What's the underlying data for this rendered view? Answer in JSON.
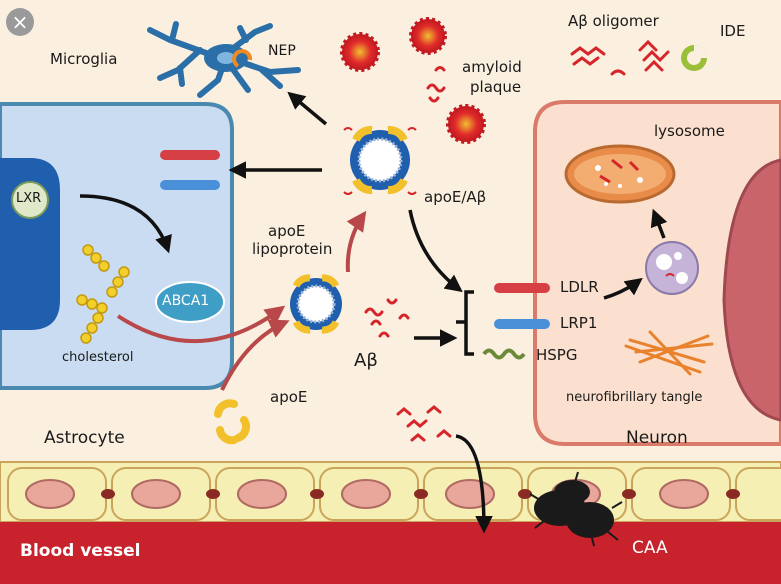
{
  "labels": {
    "microglia": "Microglia",
    "nep": "NEP",
    "amyloid_plaque_line1": "amyloid",
    "amyloid_plaque_line2": "plaque",
    "ab_oligomer": "Aβ oligomer",
    "ide": "IDE",
    "lysosome": "lysosome",
    "lxr": "LXR",
    "abca1": "ABCA1",
    "cholesterol": "cholesterol",
    "apoe_lipoprotein_line1": "apoE",
    "apoe_lipoprotein_line2": "lipoprotein",
    "apoe_ab": "apoE/Aβ",
    "ab": "Aβ",
    "apoe": "apoE",
    "ldlr": "LDLR",
    "lrp1": "LRP1",
    "hspg": "HSPG",
    "neurofibrillary_tangle": "neurofibrillary tangle",
    "astrocyte": "Astrocyte",
    "neuron": "Neuron",
    "blood_vessel": "Blood vessel",
    "caa": "CAA"
  },
  "close_icon": "×",
  "colors": {
    "background": "#fbf0df",
    "astrocyte_fill": "#c9dcf2",
    "astrocyte_border": "#4a8ab0",
    "neuron_fill": "#fbe0cf",
    "neuron_border": "#d97a6a",
    "vessel_red": "#c8232c",
    "vessel_cells": "#f6efb4",
    "abca1": "#3f9ec6",
    "amyloid_red": "#d6262c"
  }
}
